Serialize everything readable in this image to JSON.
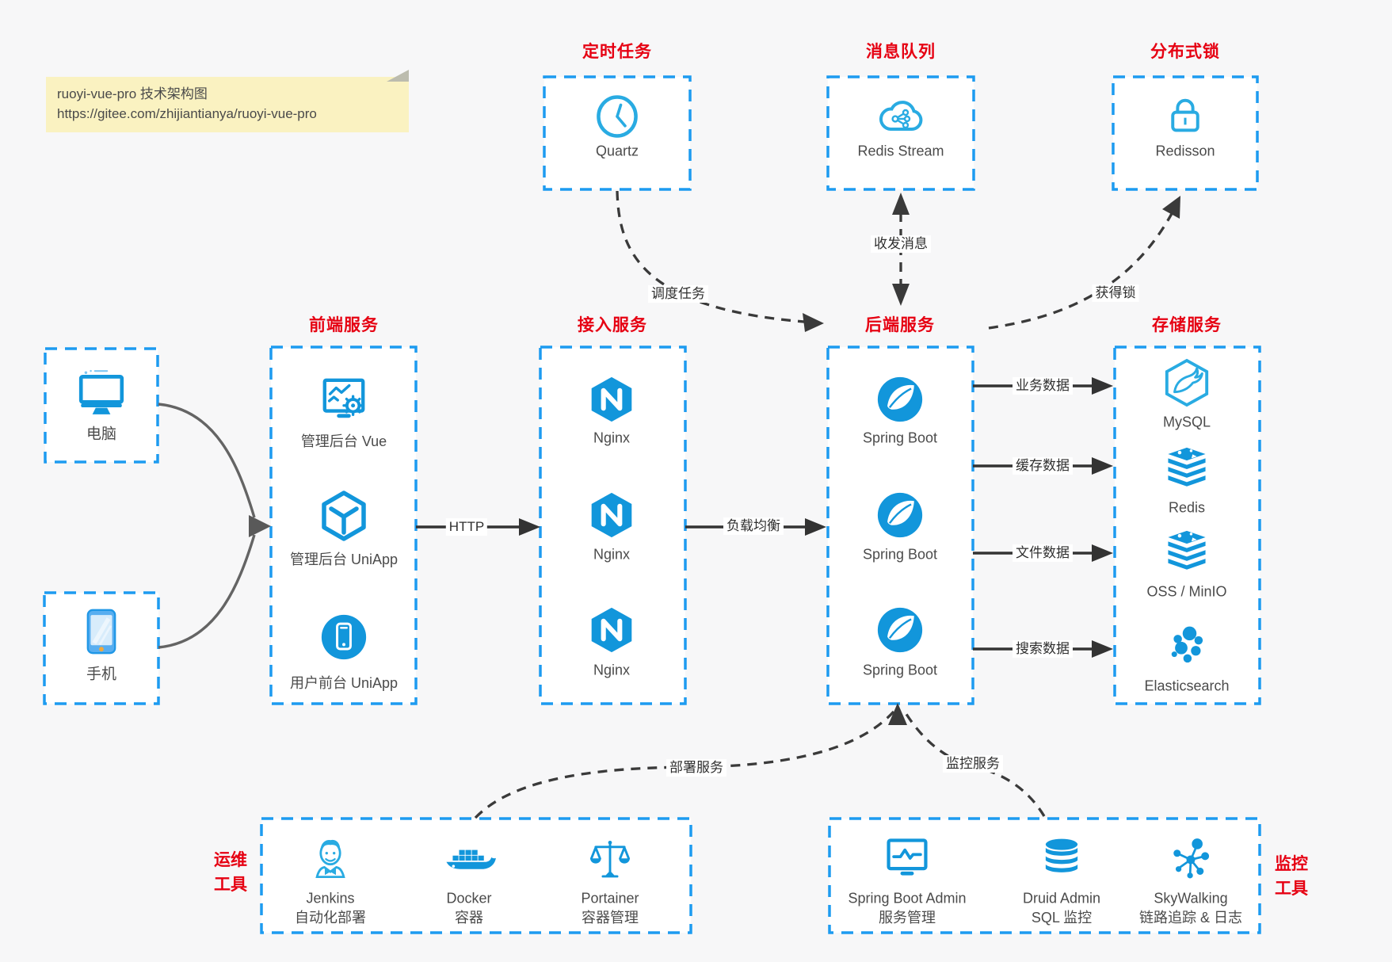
{
  "note": {
    "title": "ruoyi-vue-pro 技术架构图",
    "url": "https://gitee.com/zhijiantianya/ruoyi-vue-pro"
  },
  "colors": {
    "background": "#f7f7f8",
    "box_border_blue": "#1d9bf0",
    "icon_blue": "#1296db",
    "icon_outline_blue": "#29abe2",
    "title_red": "#e60012",
    "connector_dark": "#3a3a3a",
    "client_curve_gray": "#646464",
    "note_bg": "#faf2c1"
  },
  "clients": {
    "pc": {
      "label": "电脑"
    },
    "mobile": {
      "label": "手机"
    }
  },
  "groups": {
    "scheduled_jobs": {
      "title": "定时任务",
      "items": [
        {
          "label": "Quartz"
        }
      ]
    },
    "message_queue": {
      "title": "消息队列",
      "items": [
        {
          "label": "Redis Stream"
        }
      ]
    },
    "distributed_lock": {
      "title": "分布式锁",
      "items": [
        {
          "label": "Redisson"
        }
      ]
    },
    "frontend": {
      "title": "前端服务",
      "items": [
        {
          "label": "管理后台 Vue"
        },
        {
          "label": "管理后台 UniApp"
        },
        {
          "label": "用户前台 UniApp"
        }
      ]
    },
    "gateway": {
      "title": "接入服务",
      "items": [
        {
          "label": "Nginx"
        },
        {
          "label": "Nginx"
        },
        {
          "label": "Nginx"
        }
      ]
    },
    "backend": {
      "title": "后端服务",
      "items": [
        {
          "label": "Spring Boot"
        },
        {
          "label": "Spring Boot"
        },
        {
          "label": "Spring Boot"
        }
      ]
    },
    "storage": {
      "title": "存储服务",
      "items": [
        {
          "label": "MySQL"
        },
        {
          "label": "Redis"
        },
        {
          "label": "OSS / MinIO"
        },
        {
          "label": "Elasticsearch"
        }
      ]
    },
    "ops_tools": {
      "title_line1": "运维",
      "title_line2": "工具",
      "items": [
        {
          "name": "Jenkins",
          "desc": "自动化部署"
        },
        {
          "name": "Docker",
          "desc": "容器"
        },
        {
          "name": "Portainer",
          "desc": "容器管理"
        }
      ]
    },
    "monitor_tools": {
      "title_line1": "监控",
      "title_line2": "工具",
      "items": [
        {
          "name": "Spring Boot Admin",
          "desc": "服务管理"
        },
        {
          "name": "Druid Admin",
          "desc": "SQL 监控"
        },
        {
          "name": "SkyWalking",
          "desc": "链路追踪 & 日志"
        }
      ]
    }
  },
  "edges": {
    "http": "HTTP",
    "load_balance": "负载均衡",
    "business_data": "业务数据",
    "cache_data": "缓存数据",
    "file_data": "文件数据",
    "search_data": "搜索数据",
    "schedule_task": "调度任务",
    "send_receive_message": "收发消息",
    "acquire_lock": "获得锁",
    "deploy_service": "部署服务",
    "monitor_service": "监控服务"
  }
}
